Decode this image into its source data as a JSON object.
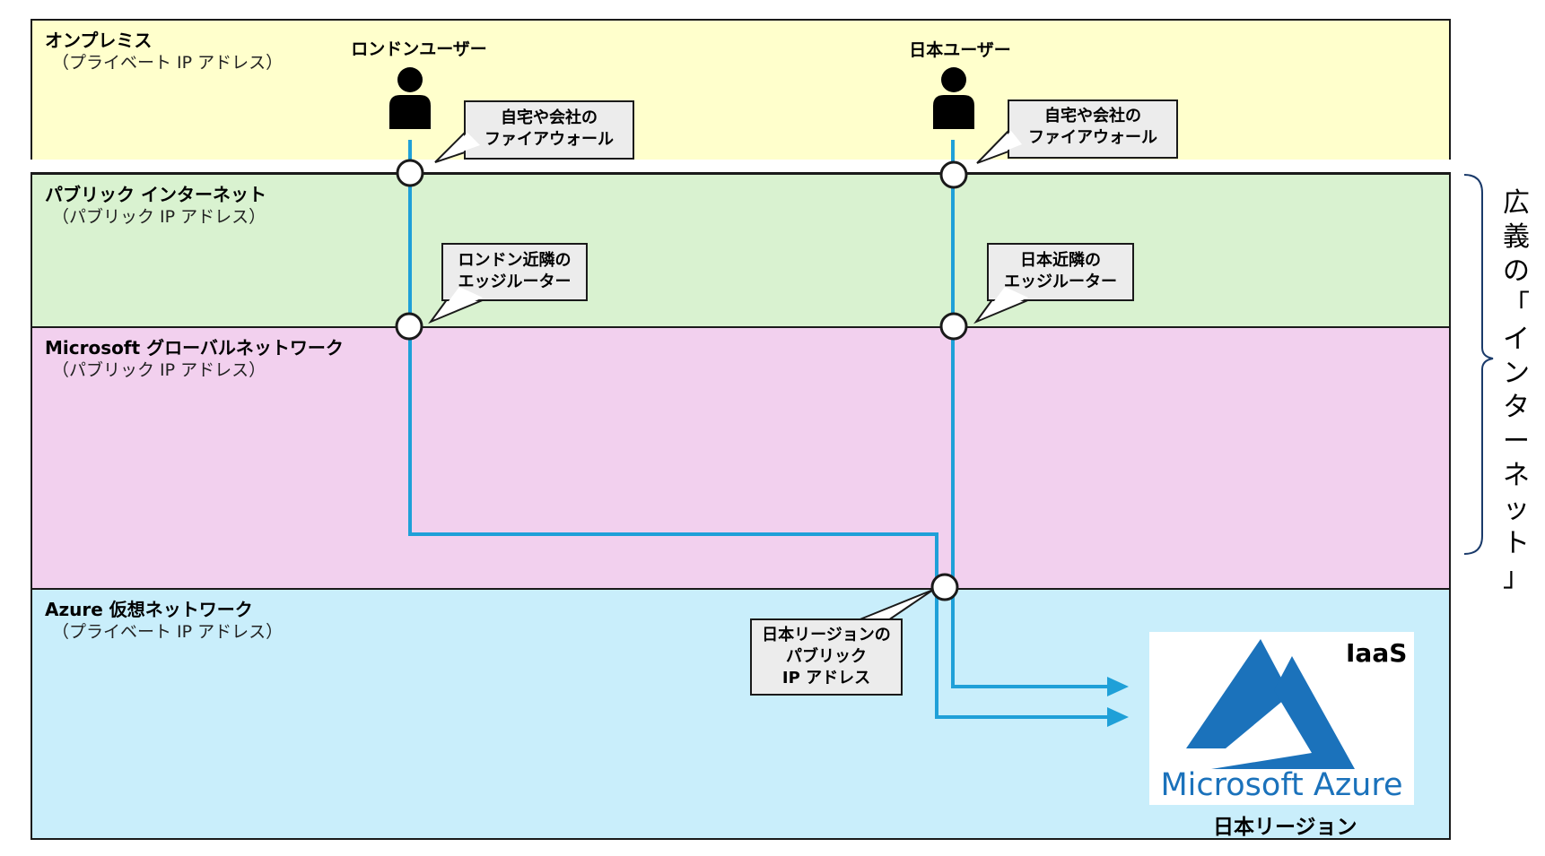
{
  "colors": {
    "onprem": "#ffffcc",
    "internet": "#d9f2d0",
    "msnet": "#f2d0ee",
    "vnet": "#c9eefb",
    "line": "#1fa0d8",
    "border": "#1a1a1a",
    "azure_blue": "#1b72bb"
  },
  "bands": [
    {
      "id": "onprem",
      "title": "オンプレミス",
      "subtitle": "（プライベート IP アドレス）"
    },
    {
      "id": "internet",
      "title": "パブリック インターネット",
      "subtitle": "（パブリック IP アドレス）"
    },
    {
      "id": "msnet",
      "title": "Microsoft グローバルネットワーク",
      "subtitle": "（パブリック IP アドレス）"
    },
    {
      "id": "vnet",
      "title": "Azure 仮想ネットワーク",
      "subtitle": "（プライベート IP アドレス）"
    }
  ],
  "users": [
    {
      "id": "london",
      "label": "ロンドンユーザー"
    },
    {
      "id": "japan",
      "label": "日本ユーザー"
    }
  ],
  "callouts": {
    "london_fw": [
      "自宅や会社の",
      "ファイアウォール"
    ],
    "japan_fw": [
      "自宅や会社の",
      "ファイアウォール"
    ],
    "london_edge": [
      "ロンドン近隣の",
      "エッジルーター"
    ],
    "japan_edge": [
      "日本近隣の",
      "エッジルーター"
    ],
    "region_ip": [
      "日本リージョンの",
      "パブリック",
      "IP アドレス"
    ]
  },
  "side_label": [
    "広",
    "義",
    "の",
    "「",
    "イ",
    "ン",
    "タ",
    "ー",
    "ネ",
    "ッ",
    "ト",
    "」"
  ],
  "azure": {
    "service": "IaaS",
    "logo_text": "Microsoft Azure",
    "region": "日本リージョン"
  }
}
